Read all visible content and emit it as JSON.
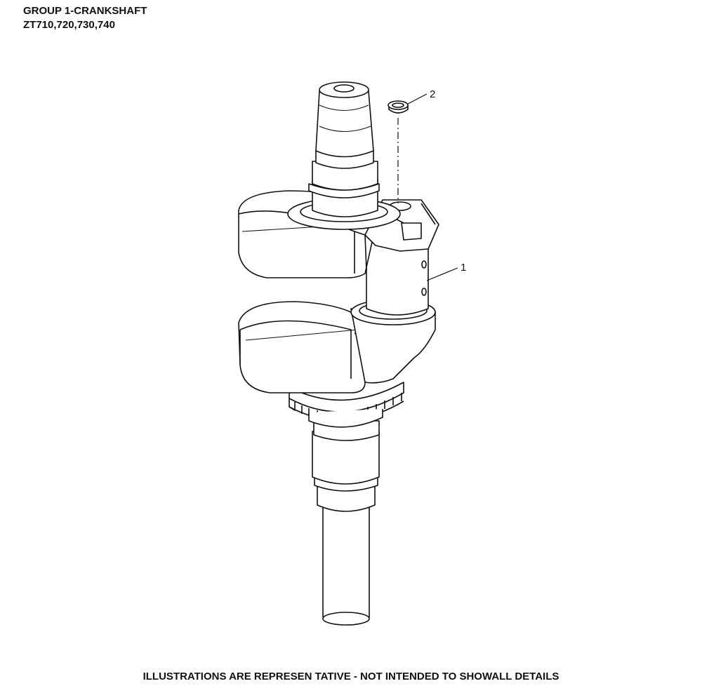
{
  "header": {
    "title": "GROUP 1-CRANKSHAFT",
    "models": "ZT710,720,730,740"
  },
  "callouts": {
    "part_1": "1",
    "part_2": "2"
  },
  "footer": {
    "note": "ILLUSTRATIONS ARE REPRESEN TATIVE - NOT INTENDED TO SHOWALL DETAILS"
  }
}
